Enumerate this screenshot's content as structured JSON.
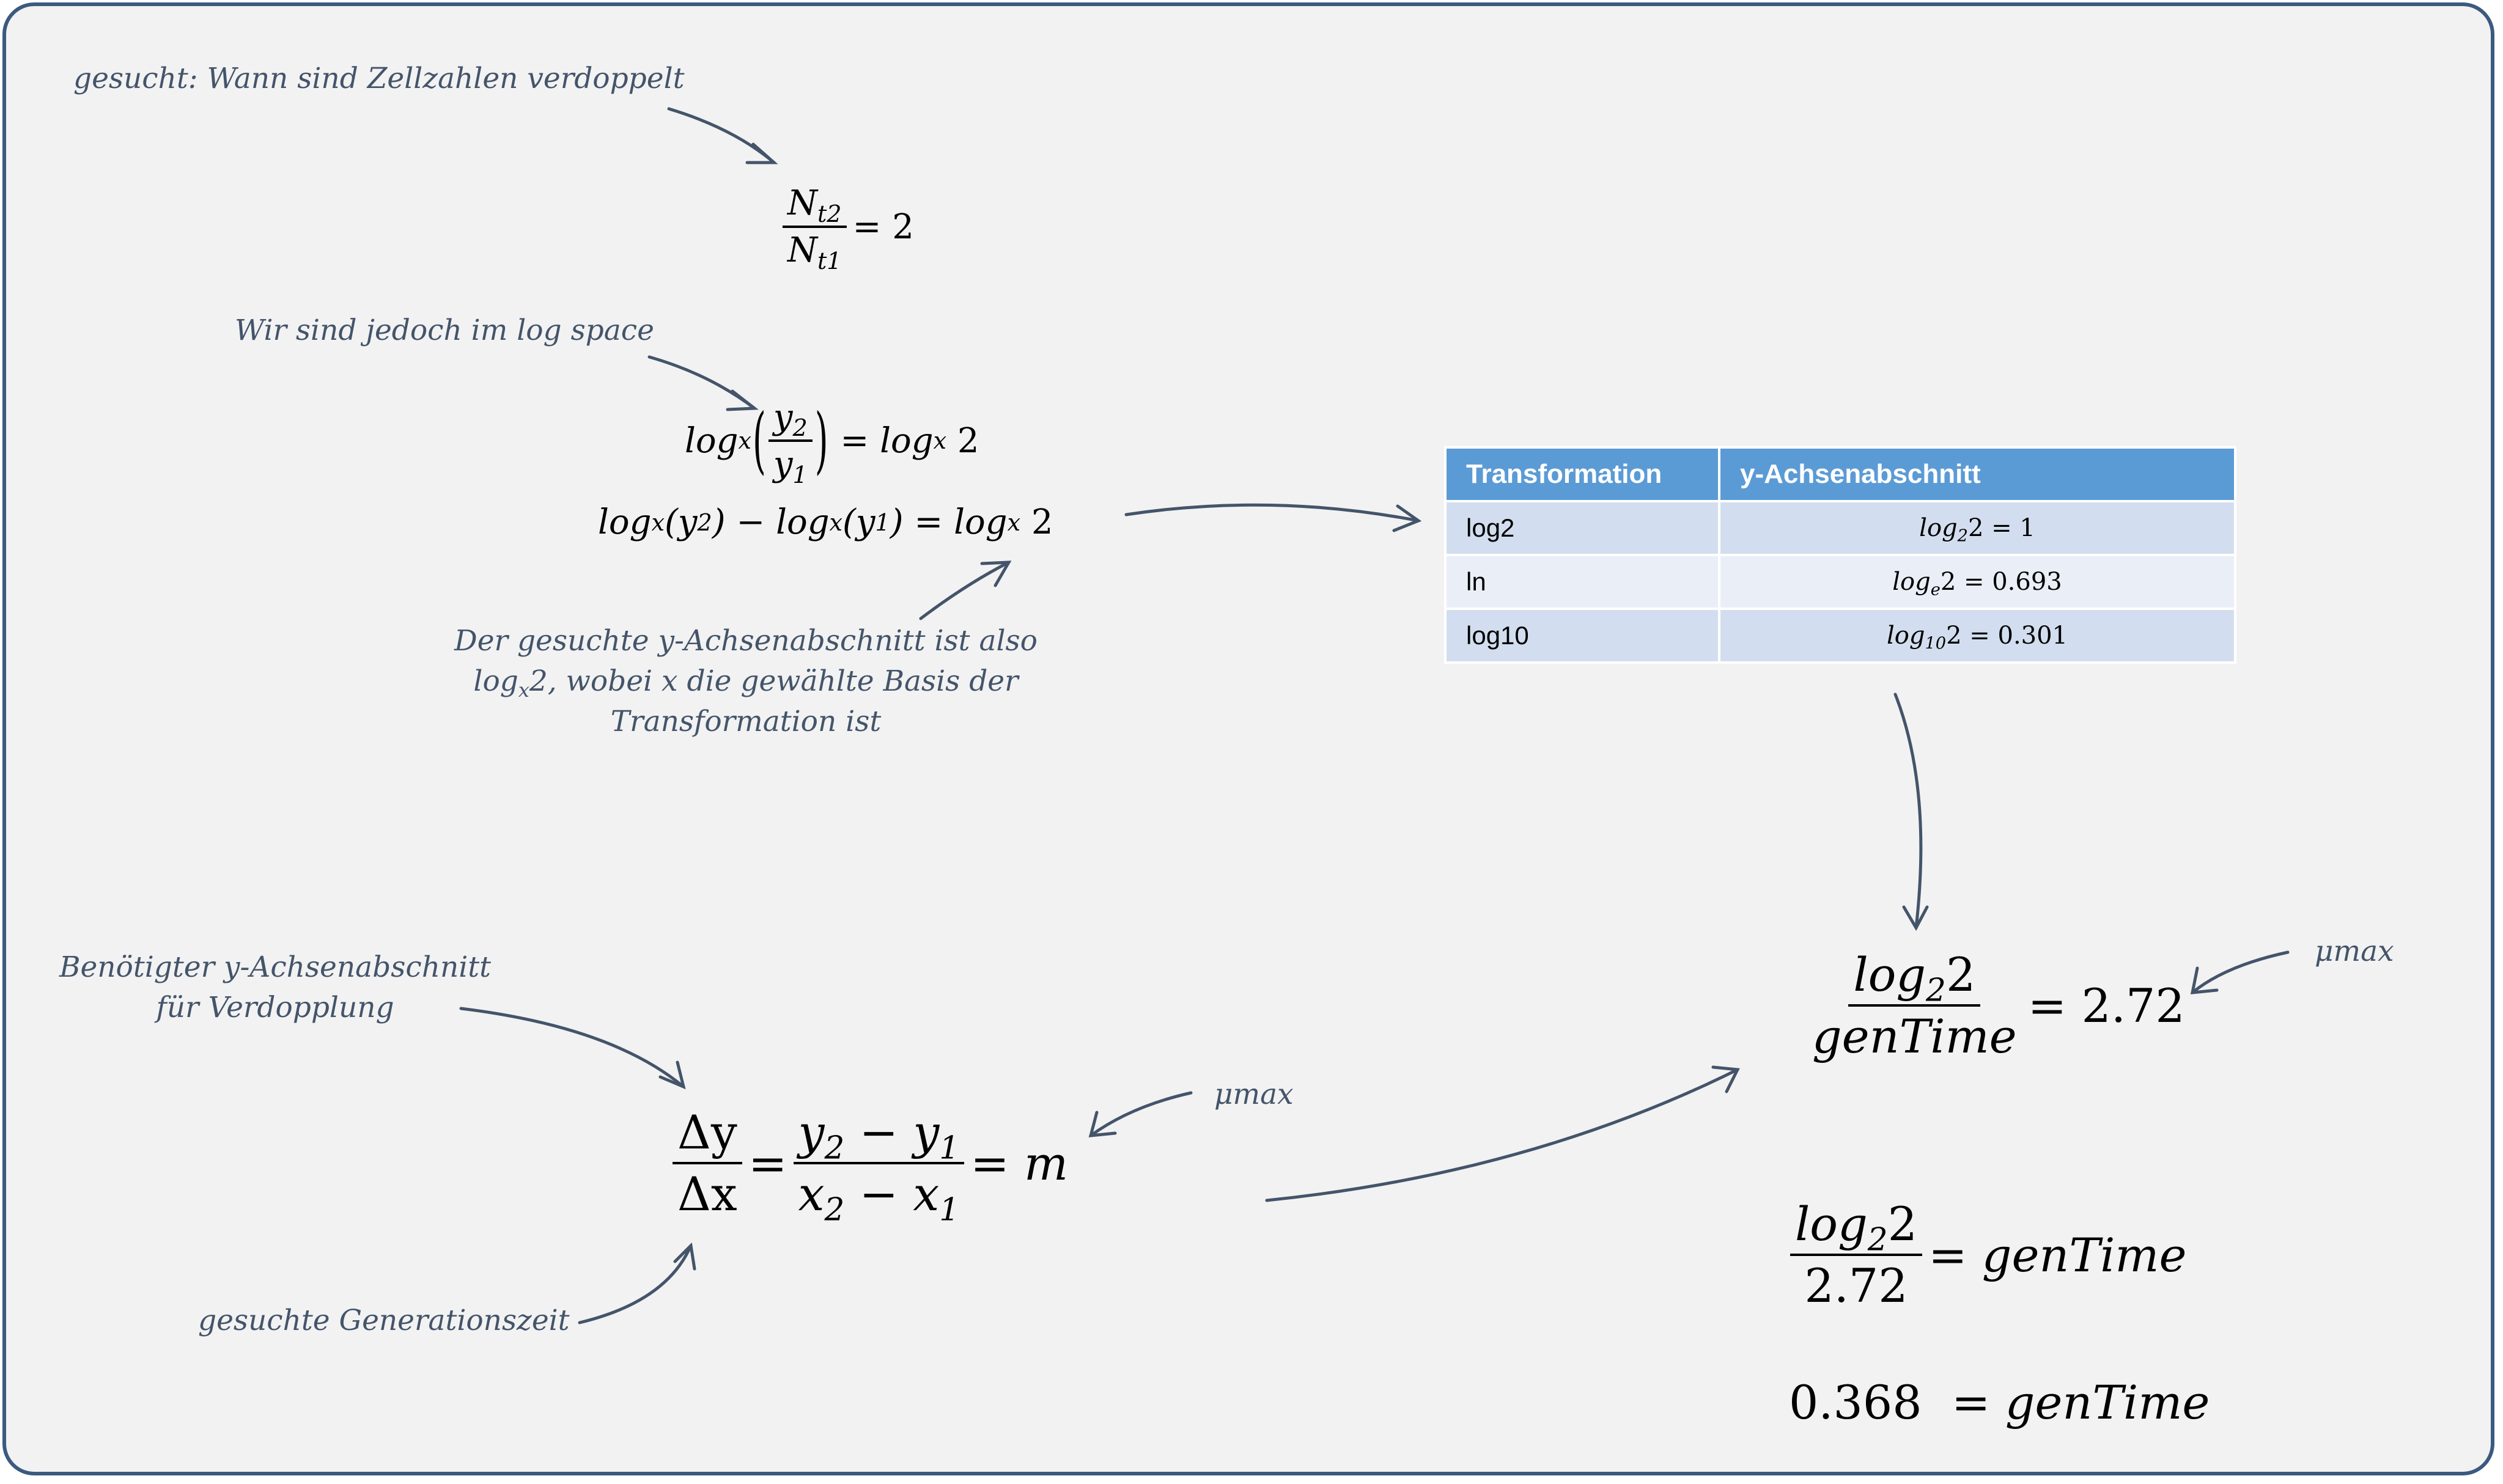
{
  "annotations": {
    "searched": "gesucht: Wann sind Zellzahlen verdoppelt",
    "log_space": "Wir sind jedoch im log space",
    "intercept_line1": "Der gesuchte y-Achsenabschnitt ist also",
    "intercept_line2_a": "log",
    "intercept_line2_sub": "x",
    "intercept_line2_b": "2, wobei x die gewählte Basis der",
    "intercept_line3": "Transformation ist",
    "needed_line1": "Benötigter y-Achsenabschnitt",
    "needed_line2": "für Verdopplung",
    "gen_time": "gesuchte Generationszeit",
    "mu_max_slope": "μmax",
    "mu_max_result": "μmax"
  },
  "equations": {
    "ratio": {
      "num": "N",
      "num_sub": "t2",
      "den": "N",
      "den_sub": "t1",
      "rhs": "= 2"
    },
    "log_ratio": {
      "log": "log",
      "base": "x",
      "num": "y",
      "num_sub": "2",
      "den": "y",
      "den_sub": "1",
      "rhs": "= log",
      "rhs_base": "x",
      "rhs_val": "2"
    },
    "log_diff": {
      "text_a": "log",
      "base_a": "x",
      "arg_a": "(y",
      "arg_a_sub": "2",
      "close_a": ") − ",
      "text_b": "log",
      "base_b": "x",
      "arg_b": "(y",
      "arg_b_sub": "1",
      "close_b": ") = log",
      "base_c": "x",
      "val": "2"
    },
    "slope": {
      "num_l": "Δy",
      "den_l": "Δx",
      "eq1": "=",
      "num_r_a": "y",
      "num_r_a_sub": "2",
      "num_r_mid": " − y",
      "num_r_b_sub": "1",
      "den_r_a": "x",
      "den_r_a_sub": "2",
      "den_r_mid": " − x",
      "den_r_b_sub": "1",
      "rhs": "= m"
    },
    "result1": {
      "num": "log",
      "num_sub": "2",
      "num_val": "2",
      "den": "genTime",
      "rhs": "= 2.72"
    },
    "result2": {
      "num": "log",
      "num_sub": "2",
      "num_val": "2",
      "den": "2.72",
      "rhs": "= genTime"
    },
    "result3": {
      "lhs": "0.368",
      "rhs": "= genTime"
    }
  },
  "table": {
    "headers": [
      "Transformation",
      "y-Achsenabschnitt"
    ],
    "rows": [
      {
        "name": "log2",
        "log": "log",
        "base": "2",
        "rest": "2 = 1"
      },
      {
        "name": "ln",
        "log": "log",
        "base": "e",
        "rest": "2 = 0.693"
      },
      {
        "name": "log10",
        "log": "log",
        "base": "10",
        "rest": "2 = 0.301"
      }
    ]
  },
  "colors": {
    "annotation": "#44546a",
    "arrow": "#44546a",
    "frame": "#3b5a80",
    "table_header": "#5b9bd5",
    "table_row_odd": "#d2deef",
    "table_row_even": "#eaeff7"
  }
}
